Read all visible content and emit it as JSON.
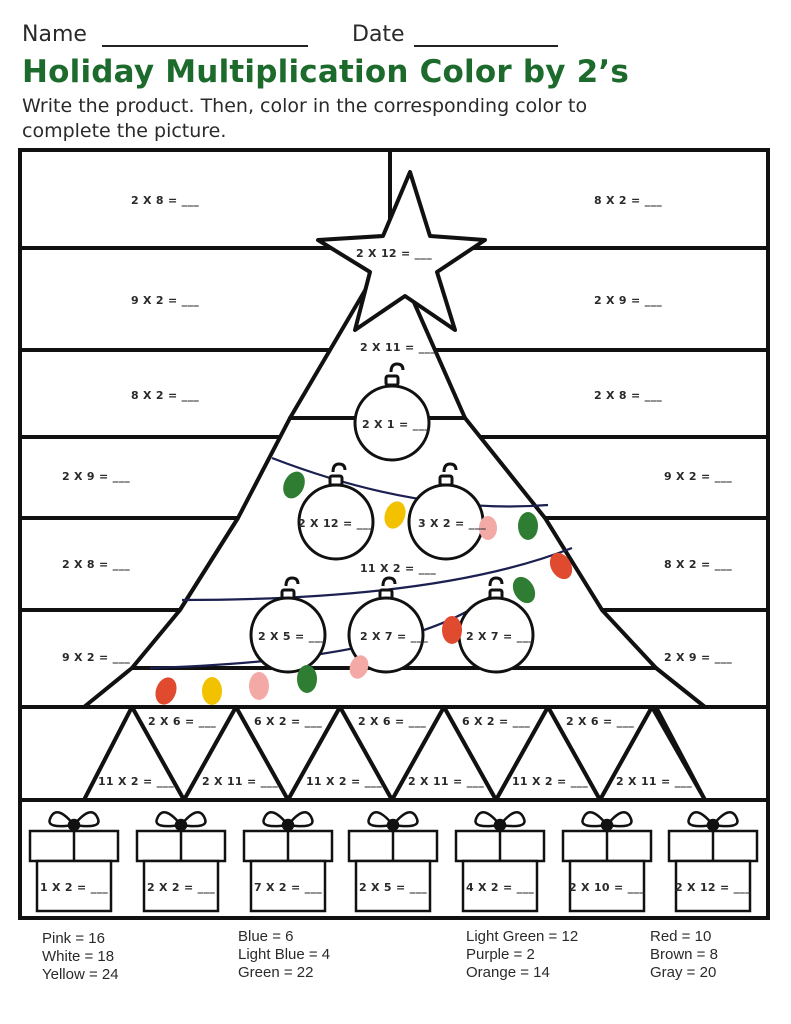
{
  "header": {
    "name_label": "Name",
    "date_label": "Date",
    "title": "Holiday Multiplication Color by 2’s",
    "instructions": "Write the product.  Then, color in the corresponding color to complete the picture."
  },
  "problems": {
    "bg_r1_left": "2 X 8 = ___",
    "bg_r1_right": "8 X 2 = ___",
    "star": "2 X 12 = ___",
    "bg_r2_left": "9 X 2 = ___",
    "bg_r2_right": "2 X 9 = ___",
    "tree_top": "2 X 11 = ___",
    "bg_r3_left": "8 X 2 = ___",
    "bg_r3_right": "2 X 8 = ___",
    "orn_top": "2 X 1 = ___",
    "bg_r4_left": "2 X 9 = ___",
    "bg_r4_right": "9 X 2 = ___",
    "orn_mid_left": "2 X 12 = ___",
    "orn_mid_right": "3 X 2 = ___",
    "bg_r5_left": "2 X 8 = ___",
    "bg_r5_right": "8 X 2 = ___",
    "tree_mid": "11 X 2 = ___",
    "orn_low_1": "2 X 5 = ___",
    "orn_low_2": "2 X 7 = ___",
    "orn_low_3": "2 X 7 = ___",
    "bg_r6_left": "9 X 2 = ___",
    "bg_r6_right": "2 X 9 = ___",
    "band_top": [
      "2 X 6 = ___",
      "6 X 2 = ___",
      "2 X 6 = ___",
      "6 X 2 = ___",
      "2 X 6 = ___"
    ],
    "band_up": [
      "11 X 2 = ___",
      "2 X 11 = ___",
      "11 X 2 = ___",
      "2 X 11 = ___",
      "11 X 2 = ___",
      "2 X 11 = ___"
    ],
    "gifts": [
      "1 X 2 = ___",
      "2 X 2 = ___",
      "7 X 2 = ___",
      "2 X 5 = ___",
      "4 X 2 = ___",
      "2 X 10 = ___",
      "2 X 12 = ___"
    ]
  },
  "color_key": [
    [
      "Pink = 16",
      "White = 18",
      "Yellow = 24"
    ],
    [
      "Blue = 6",
      "Light Blue = 4",
      "Green = 22"
    ],
    [
      "Light Green =  12",
      "Purple =  2",
      "Orange =  14"
    ],
    [
      "Red = 10",
      "Brown =  8",
      "Gray =  20"
    ]
  ],
  "light_colors": {
    "green": "#2e7d32",
    "yellow": "#f2c200",
    "pink": "#f3a9a6",
    "red": "#e04a2f",
    "string": "#1c2050"
  }
}
